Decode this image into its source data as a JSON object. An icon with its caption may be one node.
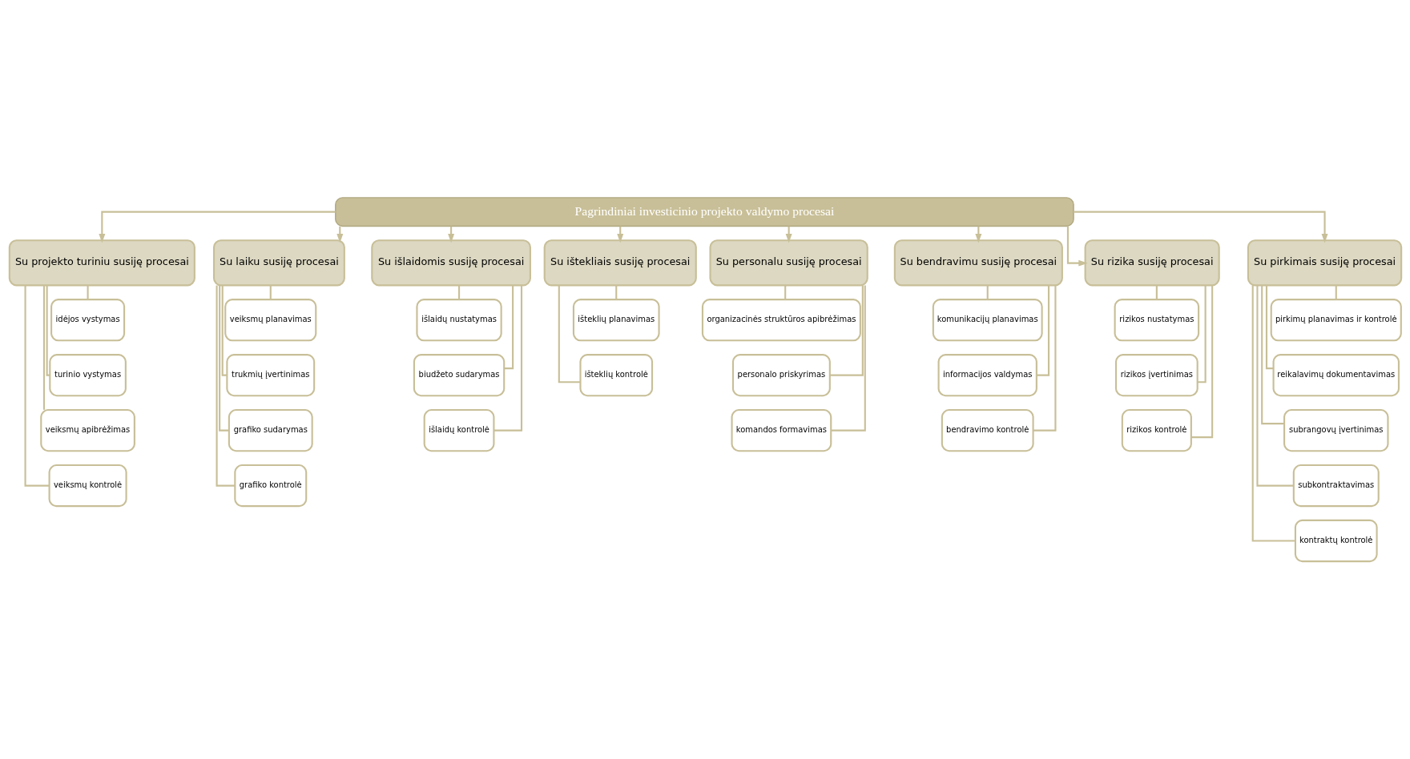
{
  "diagram": {
    "nodes": [
      {
        "text": [
          "Pagrindiniai investicinio projekto valdymo procesai"
        ]
      },
      {
        "text": [
          "Su projekto turiniu susiję procesai"
        ]
      },
      {
        "text": [
          "idėjos vystymas"
        ]
      },
      {
        "text": [
          "turinio vystymas"
        ]
      },
      {
        "text": [
          "veiksmų apibrėžimas"
        ]
      },
      {
        "text": [
          "veiksmų kontrolė"
        ]
      },
      {
        "text": [
          "Su laiku susiję procesai"
        ]
      },
      {
        "text": [
          "veiksmų planavimas"
        ]
      },
      {
        "text": [
          "trukmių įvertinimas"
        ]
      },
      {
        "text": [
          "grafiko sudarymas"
        ]
      },
      {
        "text": [
          "grafiko kontrolė"
        ]
      },
      {
        "text": [
          "Su išlaidomis susiję procesai"
        ]
      },
      {
        "text": [
          "išlaidų nustatymas"
        ]
      },
      {
        "text": [
          "biudžeto sudarymas"
        ]
      },
      {
        "text": [
          "išlaidų kontrolė"
        ]
      },
      {
        "text": [
          "Su ištekliais susiję procesai"
        ]
      },
      {
        "text": [
          "išteklių planavimas"
        ]
      },
      {
        "text": [
          "išteklių kontrolė"
        ]
      },
      {
        "text": [
          "Su personalu susiję procesai"
        ]
      },
      {
        "text": [
          "organizacinės struktūros apibrėžimas"
        ]
      },
      {
        "text": [
          "personalo priskyrimas"
        ]
      },
      {
        "text": [
          "komandos formavimas"
        ]
      },
      {
        "text": [
          "Su bendravimu susiję procesai"
        ]
      },
      {
        "text": [
          "komunikacijų planavimas"
        ]
      },
      {
        "text": [
          "informacijos valdymas"
        ]
      },
      {
        "text": [
          "bendravimo kontrolė"
        ]
      },
      {
        "text": [
          "Su rizika susiję procesai"
        ]
      },
      {
        "text": [
          "rizikos nustatymas"
        ]
      },
      {
        "text": [
          "rizikos įvertinimas"
        ]
      },
      {
        "text": [
          "rizikos kontrolė"
        ]
      },
      {
        "text": [
          "Su pirkimais susiję procesai"
        ]
      },
      {
        "text": [
          "pirkimų planavimas ir kontrolė"
        ]
      },
      {
        "text": [
          "reikalavimų dokumentavimas"
        ]
      },
      {
        "text": [
          "subrangovų įvertinimas"
        ]
      },
      {
        "text": [
          "subkontraktavimas"
        ]
      },
      {
        "text": [
          "kontraktų kontrolė"
        ]
      }
    ],
    "edges": [
      {
        "from": 0,
        "to": 1,
        "arrow": "to"
      },
      {
        "from": 0,
        "to": 6,
        "arrow": "to"
      },
      {
        "from": 0,
        "to": 11,
        "arrow": "to"
      },
      {
        "from": 0,
        "to": 15,
        "arrow": "to"
      },
      {
        "from": 0,
        "to": 18,
        "arrow": "to"
      },
      {
        "from": 0,
        "to": 22,
        "arrow": "to"
      },
      {
        "from": 0,
        "to": 26,
        "arrow": "to"
      },
      {
        "from": 0,
        "to": 30,
        "arrow": "to"
      },
      {
        "from": 1,
        "to": 2,
        "arrow": "none"
      },
      {
        "from": 1,
        "to": 3,
        "arrow": "none"
      },
      {
        "from": 1,
        "to": 4,
        "arrow": "none"
      },
      {
        "from": 1,
        "to": 5,
        "arrow": "none"
      },
      {
        "from": 6,
        "to": 7,
        "arrow": "none"
      },
      {
        "from": 6,
        "to": 8,
        "arrow": "none"
      },
      {
        "from": 6,
        "to": 9,
        "arrow": "none"
      },
      {
        "from": 6,
        "to": 10,
        "arrow": "none"
      },
      {
        "from": 11,
        "to": 12,
        "arrow": "none"
      },
      {
        "from": 11,
        "to": 13,
        "arrow": "none"
      },
      {
        "from": 11,
        "to": 14,
        "arrow": "none"
      },
      {
        "from": 15,
        "to": 16,
        "arrow": "none"
      },
      {
        "from": 15,
        "to": 17,
        "arrow": "none"
      },
      {
        "from": 18,
        "to": 19,
        "arrow": "none"
      },
      {
        "from": 18,
        "to": 20,
        "arrow": "none"
      },
      {
        "from": 18,
        "to": 21,
        "arrow": "none"
      },
      {
        "from": 22,
        "to": 23,
        "arrow": "none"
      },
      {
        "from": 22,
        "to": 24,
        "arrow": "none"
      },
      {
        "from": 22,
        "to": 25,
        "arrow": "none"
      },
      {
        "from": 26,
        "to": 27,
        "arrow": "none"
      },
      {
        "from": 26,
        "to": 28,
        "arrow": "none"
      },
      {
        "from": 26,
        "to": 29,
        "arrow": "none"
      },
      {
        "from": 30,
        "to": 31,
        "arrow": "none"
      },
      {
        "from": 30,
        "to": 32,
        "arrow": "none"
      },
      {
        "from": 30,
        "to": 33,
        "arrow": "none"
      },
      {
        "from": 30,
        "to": 34,
        "arrow": "none"
      },
      {
        "from": 30,
        "to": 35,
        "arrow": "none"
      }
    ]
  }
}
